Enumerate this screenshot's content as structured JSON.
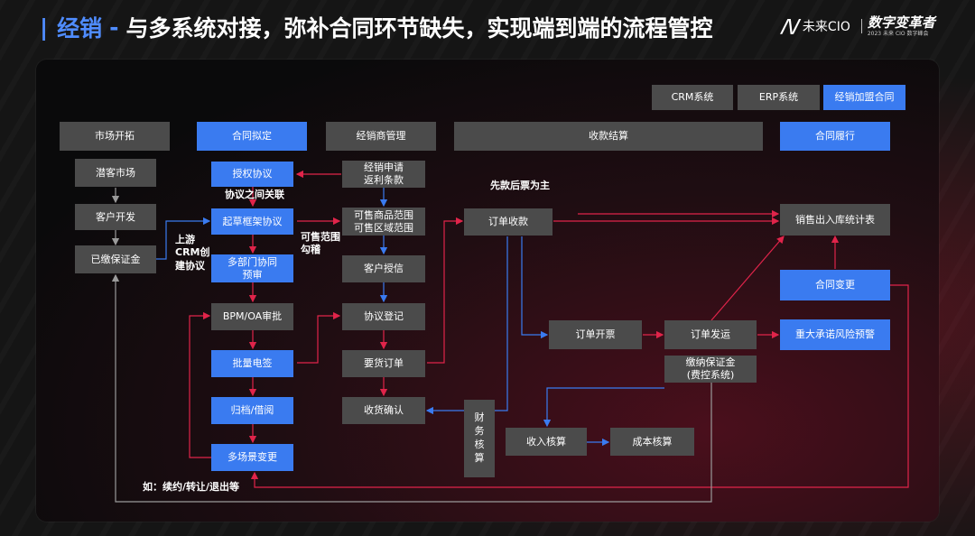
{
  "header": {
    "bar": "|",
    "accent": "经销",
    "dash": "-",
    "main": "与多系统对接，弥补合同环节缺失，实现端到端的流程管控"
  },
  "logo": {
    "mark": "/\\/",
    "brand": "未来CIO",
    "name": "数字变革者",
    "sub": "2023 未来 CIO 数字峰会"
  },
  "legend": {
    "crm": "CRM系统",
    "erp": "ERP系统",
    "contract": "经销加盟合同"
  },
  "colors": {
    "contract_blue": "#3a7bf0",
    "system_grey": "#4b4b4b",
    "link_red": "#e0244a",
    "link_blue": "#3a7bf0",
    "link_grey": "#9a9a9a"
  },
  "columns": {
    "market": "市场开拓",
    "drafting": "合同拟定",
    "dealer": "经销商管理",
    "settlement": "收款结算",
    "fulfillment": "合同履行"
  },
  "nodes": {
    "potential_market": "潜客市场",
    "customer_dev": "客户开发",
    "deposit_paid": "已缴保证金",
    "authorize": "授权协议",
    "draft_frame": "起草框架协议",
    "multi_review": [
      "多部门协同",
      "预审"
    ],
    "bpm": "BPM/OA审批",
    "batch_esign": "批量电签",
    "archive": "归档/借阅",
    "multi_change": "多场景变更",
    "dealer_apply": [
      "经销申请",
      "返利条款"
    ],
    "sale_scope": [
      "可售商品范围",
      "可售区域范围"
    ],
    "credit": "客户授信",
    "agreement_reg": "协议登记",
    "purchase_order": "要货订单",
    "receipt_confirm": "收货确认",
    "order_collect": "订单收款",
    "order_invoice": "订单开票",
    "order_ship": "订单发运",
    "deposit_pay": [
      "缴纳保证金",
      "(费控系统)"
    ],
    "finance_acct": [
      "财",
      "务",
      "核",
      "算"
    ],
    "revenue_acct": "收入核算",
    "cost_acct": "成本核算",
    "sales_stats": "销售出入库统计表",
    "contract_change": "合同变更",
    "risk_alert": "重大承诺风险预警"
  },
  "labels": {
    "agreement_link": "协议之间关联",
    "upstream_crm": [
      "上游",
      "CRM创",
      "建协议"
    ],
    "scope_check": [
      "可售范围",
      "勾稽"
    ],
    "pay_first": "先款后票为主",
    "example": "如：续约/转让/退出等"
  }
}
